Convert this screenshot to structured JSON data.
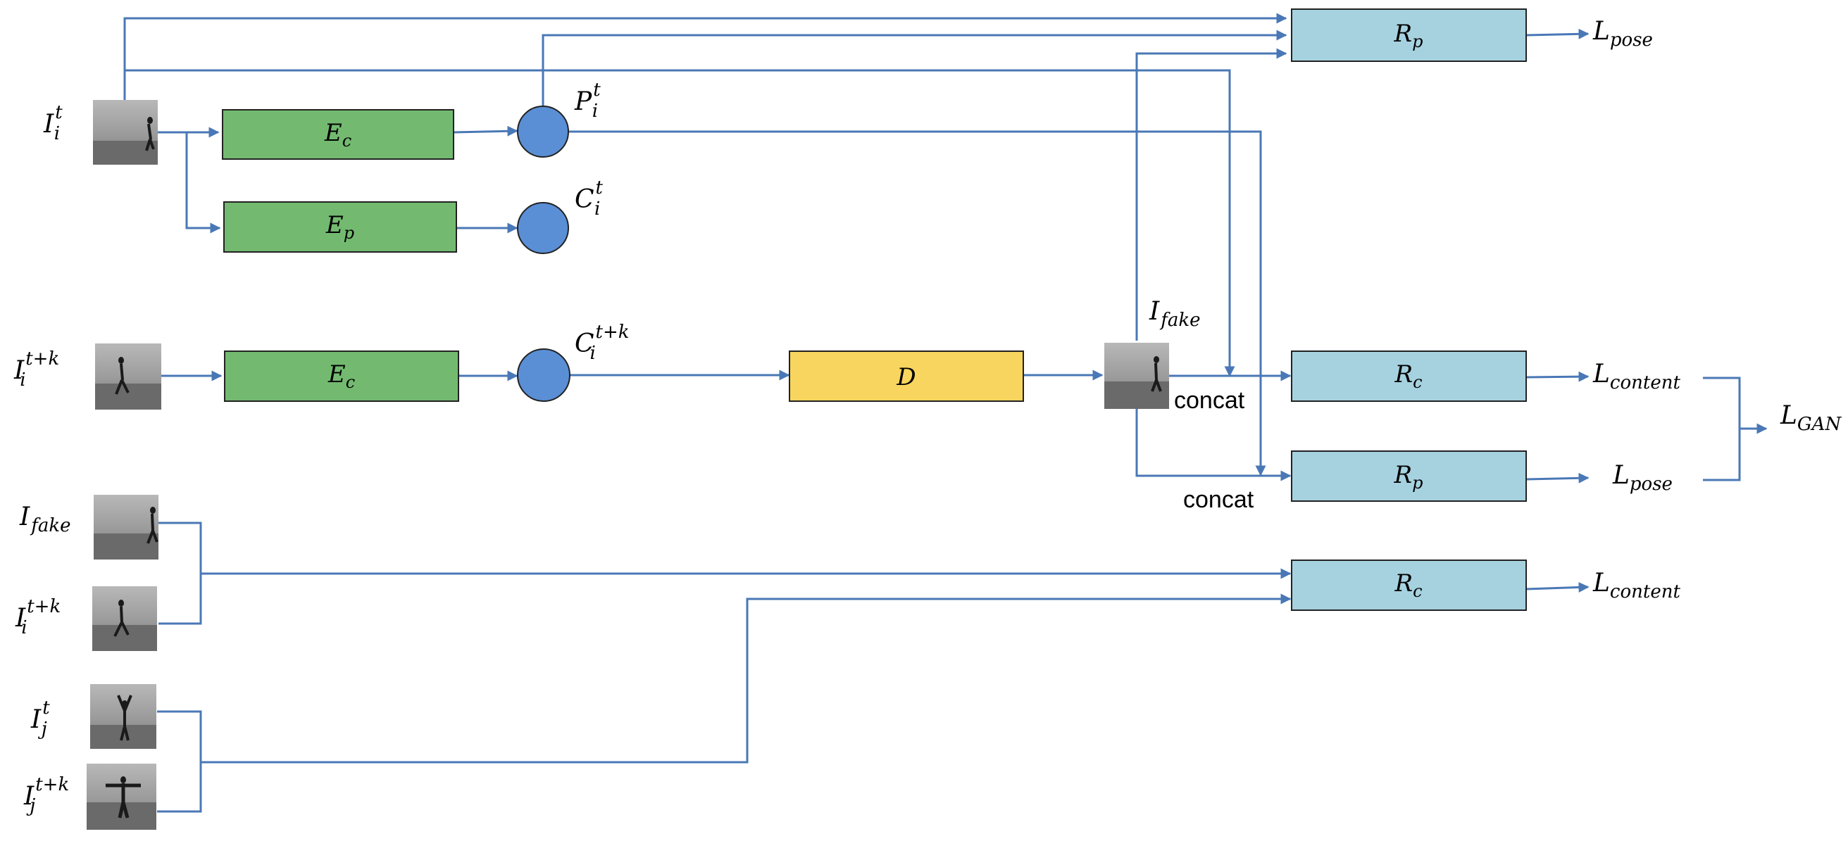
{
  "colors": {
    "encoder": "#73ba70",
    "decoder": "#f8d55f",
    "regressor": "#a6d2e0",
    "node": "#5a8fd6",
    "connector": "#4a78b6"
  },
  "boxes": {
    "ec_top": {
      "base": "E",
      "sub": "c"
    },
    "ep": {
      "base": "E",
      "sub": "p"
    },
    "ec_mid": {
      "base": "E",
      "sub": "c"
    },
    "d": {
      "base": "D",
      "sub": ""
    },
    "rp_top": {
      "base": "R",
      "sub": "p"
    },
    "rc_mid": {
      "base": "R",
      "sub": "c"
    },
    "rp_mid": {
      "base": "R",
      "sub": "p"
    },
    "rc_bottom": {
      "base": "R",
      "sub": "c"
    }
  },
  "images": {
    "i_t": {
      "base": "I",
      "sub": "i",
      "sup": "t"
    },
    "i_tk": {
      "base": "I",
      "sub": "i",
      "sup": "t+k"
    },
    "i_fake_mid": {
      "base": "I",
      "sub": "fake",
      "sup": ""
    },
    "i_fake_bottom": {
      "base": "I",
      "sub": "fake",
      "sup": ""
    },
    "i_tk_bottom": {
      "base": "I",
      "sub": "i",
      "sup": "t+k"
    },
    "j_t": {
      "base": "I",
      "sub": "j",
      "sup": "t"
    },
    "j_tk": {
      "base": "I",
      "sub": "j",
      "sup": "t+k"
    }
  },
  "features": {
    "p_t": {
      "base": "P",
      "sub": "i",
      "sup": "t"
    },
    "c_t": {
      "base": "C",
      "sub": "i",
      "sup": "t"
    },
    "c_tk": {
      "base": "C",
      "sub": "i",
      "sup": "t+k"
    }
  },
  "losses": {
    "pose_top": {
      "base": "L",
      "sub": "pose"
    },
    "content_mid": {
      "base": "L",
      "sub": "content"
    },
    "pose_mid": {
      "base": "L",
      "sub": "pose"
    },
    "gan": {
      "base": "L",
      "sub": "GAN"
    },
    "content_bottom": {
      "base": "L",
      "sub": "content"
    }
  },
  "labels": {
    "concat_1": "concat",
    "concat_2": "concat"
  }
}
